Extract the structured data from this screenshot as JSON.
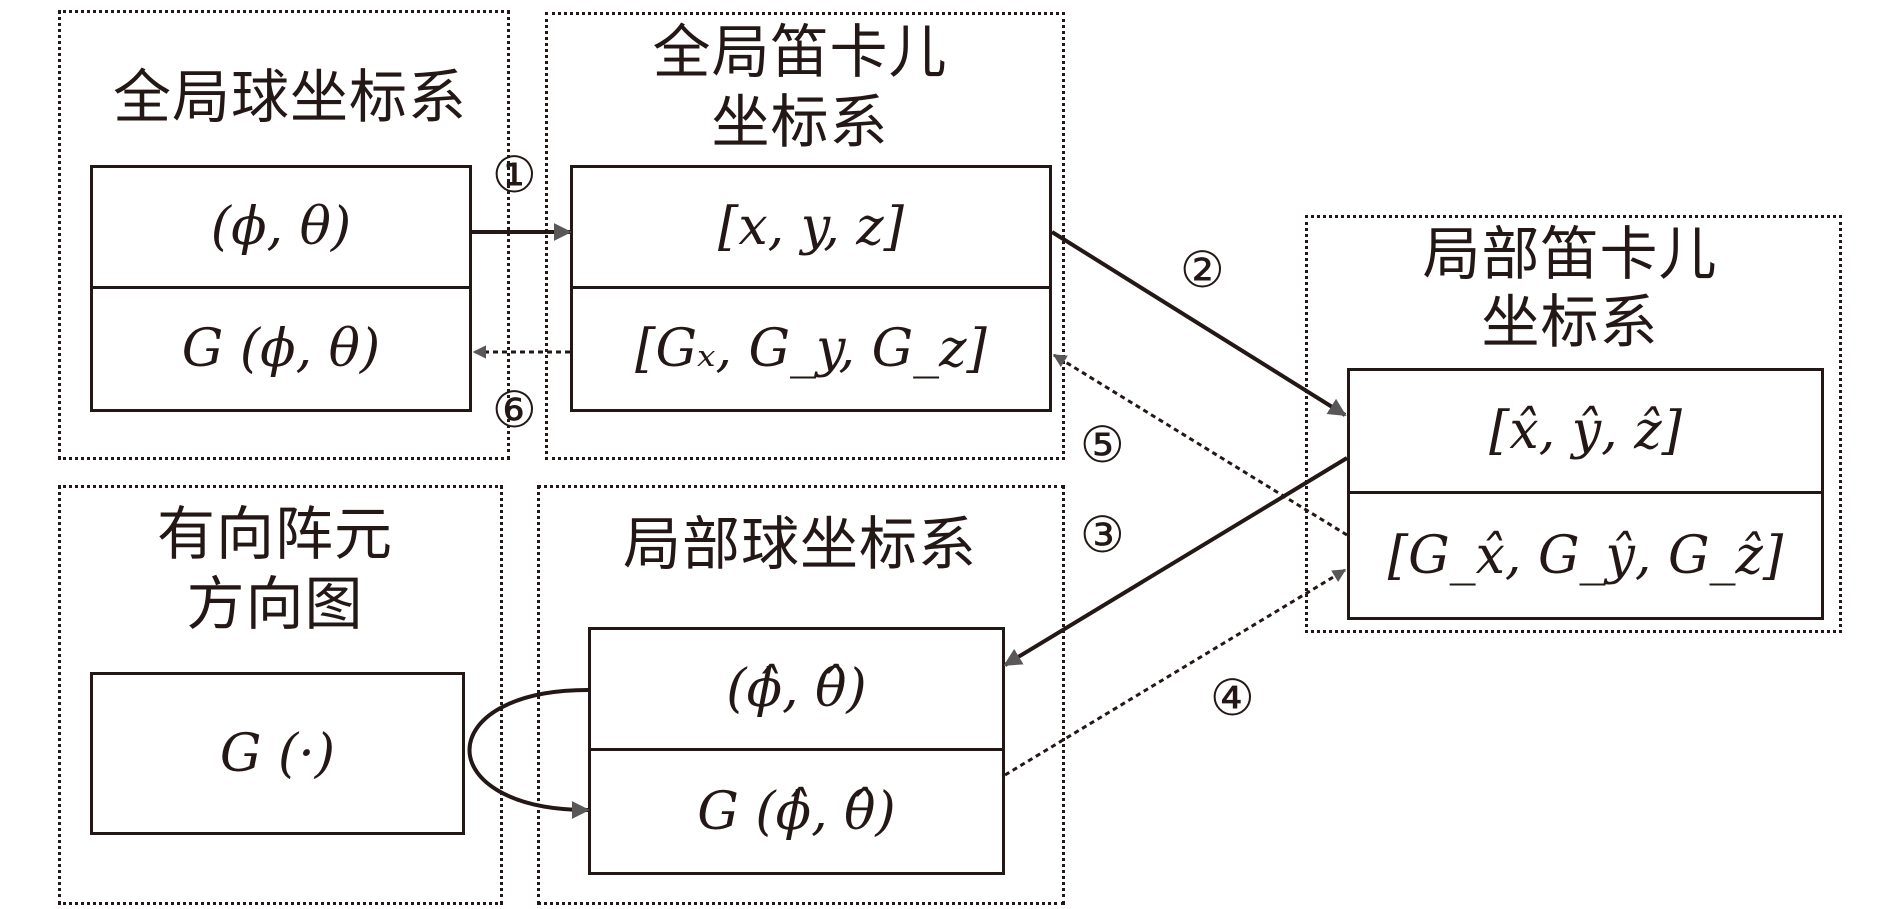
{
  "groups": {
    "global_spherical": {
      "title": "全局球坐标系",
      "angles": "(ϕ, θ)",
      "pattern": "G (ϕ, θ)"
    },
    "global_cartesian": {
      "title_line1": "全局笛卡儿",
      "title_line2": "坐标系",
      "coords": "[x, y, z]",
      "pattern": "[Gₓ, G_y, G_z]"
    },
    "local_cartesian": {
      "title_line1": "局部笛卡儿",
      "title_line2": "坐标系",
      "coords": "[x̂, ŷ, ẑ]",
      "pattern": "[G_x̂, G_ŷ, G_ẑ]"
    },
    "element_pattern": {
      "title_line1": "有向阵元",
      "title_line2": "方向图",
      "func": "G (·)"
    },
    "local_spherical": {
      "title": "局部球坐标系",
      "angles": "(ϕ̂, θ̂)",
      "pattern": "G (ϕ̂, θ̂)"
    }
  },
  "steps": [
    "①",
    "②",
    "③",
    "④",
    "⑤",
    "⑥"
  ],
  "colors": {
    "line": "#231815",
    "arrow": "#595757"
  }
}
